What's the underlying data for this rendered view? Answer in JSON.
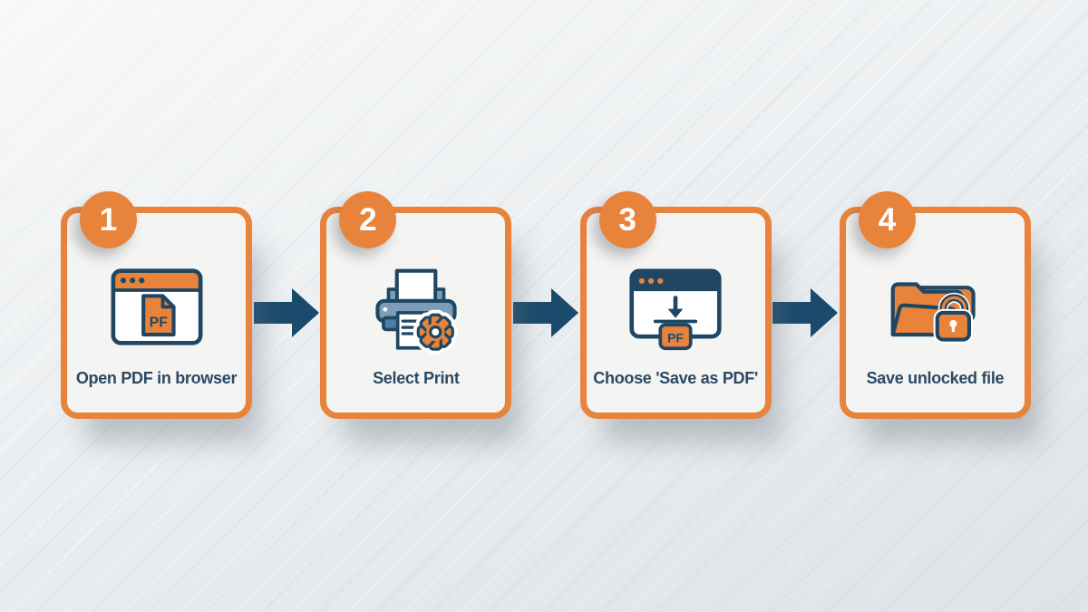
{
  "infographic": {
    "steps": [
      {
        "number": "1",
        "label": "Open PDF in browser",
        "icon": "browser-pdf-icon"
      },
      {
        "number": "2",
        "label": "Select Print",
        "icon": "printer-gear-icon"
      },
      {
        "number": "3",
        "label": "Choose 'Save as PDF'",
        "icon": "browser-download-icon"
      },
      {
        "number": "4",
        "label": "Save unlocked file",
        "icon": "folder-lock-icon"
      }
    ],
    "icon_text": {
      "pdf_file_label": "PF"
    },
    "arrow_count": 3
  },
  "colors": {
    "page_bg": "#ECEFF1",
    "card_bg": "#F4F4F2",
    "orange": "#E8833C",
    "navy": "#1F4764",
    "arrow": "#1A4A6C",
    "text": "#2B4963",
    "printer_blue": "#7B9DB8",
    "printer_blue_dark": "#4E7DA2"
  }
}
